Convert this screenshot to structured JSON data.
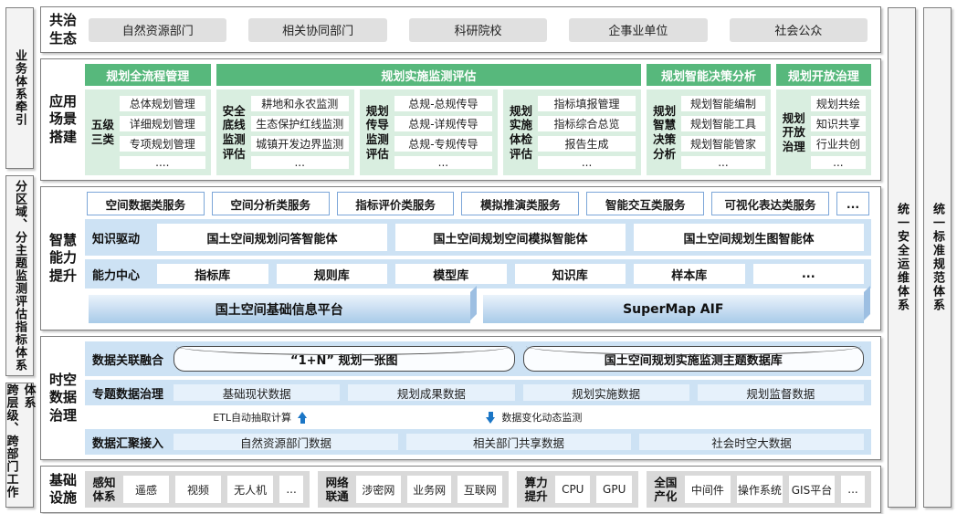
{
  "colors": {
    "header_green": "#57b87c",
    "panel_green": "#d9eee0",
    "band_blue": "#cde2f4",
    "item_blue": "#e6f1fb",
    "service_border": "#7ca6d8",
    "arrow_blue": "#1b76c6",
    "group_gray": "#d9d9d9",
    "chip_gray": "#e0e0e0"
  },
  "rails": {
    "left": [
      "业务体系牵引",
      "分区域、分主题监测评估指标体系",
      "跨层级、跨部门工作体系"
    ],
    "right": [
      "统一安全运维体系",
      "统一标准规范体系"
    ]
  },
  "gov": {
    "title": "共治生态",
    "items": [
      "自然资源部门",
      "相关协同部门",
      "科研院校",
      "企事业单位",
      "社会公众"
    ]
  },
  "app": {
    "title": "应用场景搭建",
    "headers": [
      "规划全流程管理",
      "规划实施监测评估",
      "规划智能决策分析",
      "规划开放治理"
    ],
    "panels": [
      {
        "label": "五级三类",
        "items": [
          "总体规划管理",
          "详细规划管理",
          "专项规划管理",
          "...."
        ]
      },
      {
        "label": "安全底线监测评估",
        "items": [
          "耕地和永农监测",
          "生态保护红线监测",
          "城镇开发边界监测",
          "..."
        ]
      },
      {
        "label": "规划传导监测评估",
        "items": [
          "总规-总规传导",
          "总规-详规传导",
          "总规-专规传导",
          "..."
        ]
      },
      {
        "label": "规划实施体检评估",
        "items": [
          "指标填报管理",
          "指标综合总览",
          "报告生成",
          "..."
        ]
      },
      {
        "label": "规划智慧决策分析",
        "items": [
          "规划智能编制",
          "规划智能工具",
          "规划智能管家",
          "..."
        ]
      },
      {
        "label": "规划开放治理",
        "items": [
          "规划共绘",
          "知识共享",
          "行业共创",
          "..."
        ]
      }
    ]
  },
  "smart": {
    "title": "智慧能力提升",
    "services": [
      "空间数据类服务",
      "空间分析类服务",
      "指标评价类服务",
      "模拟推演类服务",
      "智能交互类服务",
      "可视化表达类服务",
      "..."
    ],
    "knowledge": {
      "label": "知识驱动",
      "items": [
        "国土空间规划问答智能体",
        "国土空间规划空间模拟智能体",
        "国土空间规划生图智能体"
      ]
    },
    "capability": {
      "label": "能力中心",
      "items": [
        "指标库",
        "规则库",
        "模型库",
        "知识库",
        "样本库",
        "..."
      ]
    },
    "platforms": [
      "国土空间基础信息平台",
      "SuperMap AIF"
    ]
  },
  "datagov": {
    "title": "时空数据治理",
    "fusion": {
      "label": "数据关联融合",
      "items": [
        "“1+N” 规划一张图",
        "国土空间规划实施监测主题数据库"
      ]
    },
    "theme": {
      "label": "专题数据治理",
      "items": [
        "基础现状数据",
        "规划成果数据",
        "规划实施数据",
        "规划监督数据"
      ]
    },
    "flow": {
      "up": "ETL自动抽取计算",
      "down": "数据变化动态监测"
    },
    "access": {
      "label": "数据汇聚接入",
      "items": [
        "自然资源部门数据",
        "相关部门共享数据",
        "社会时空大数据"
      ]
    }
  },
  "infra": {
    "title": "基础设施",
    "groups": [
      {
        "label": "感知体系",
        "items": [
          "遥感",
          "视频",
          "无人机",
          "..."
        ]
      },
      {
        "label": "网络联通",
        "items": [
          "涉密网",
          "业务网",
          "互联网"
        ]
      },
      {
        "label": "算力提升",
        "items": [
          "CPU",
          "GPU"
        ]
      },
      {
        "label": "全国产化",
        "items": [
          "中间件",
          "操作系统",
          "GIS平台",
          "..."
        ]
      }
    ]
  }
}
